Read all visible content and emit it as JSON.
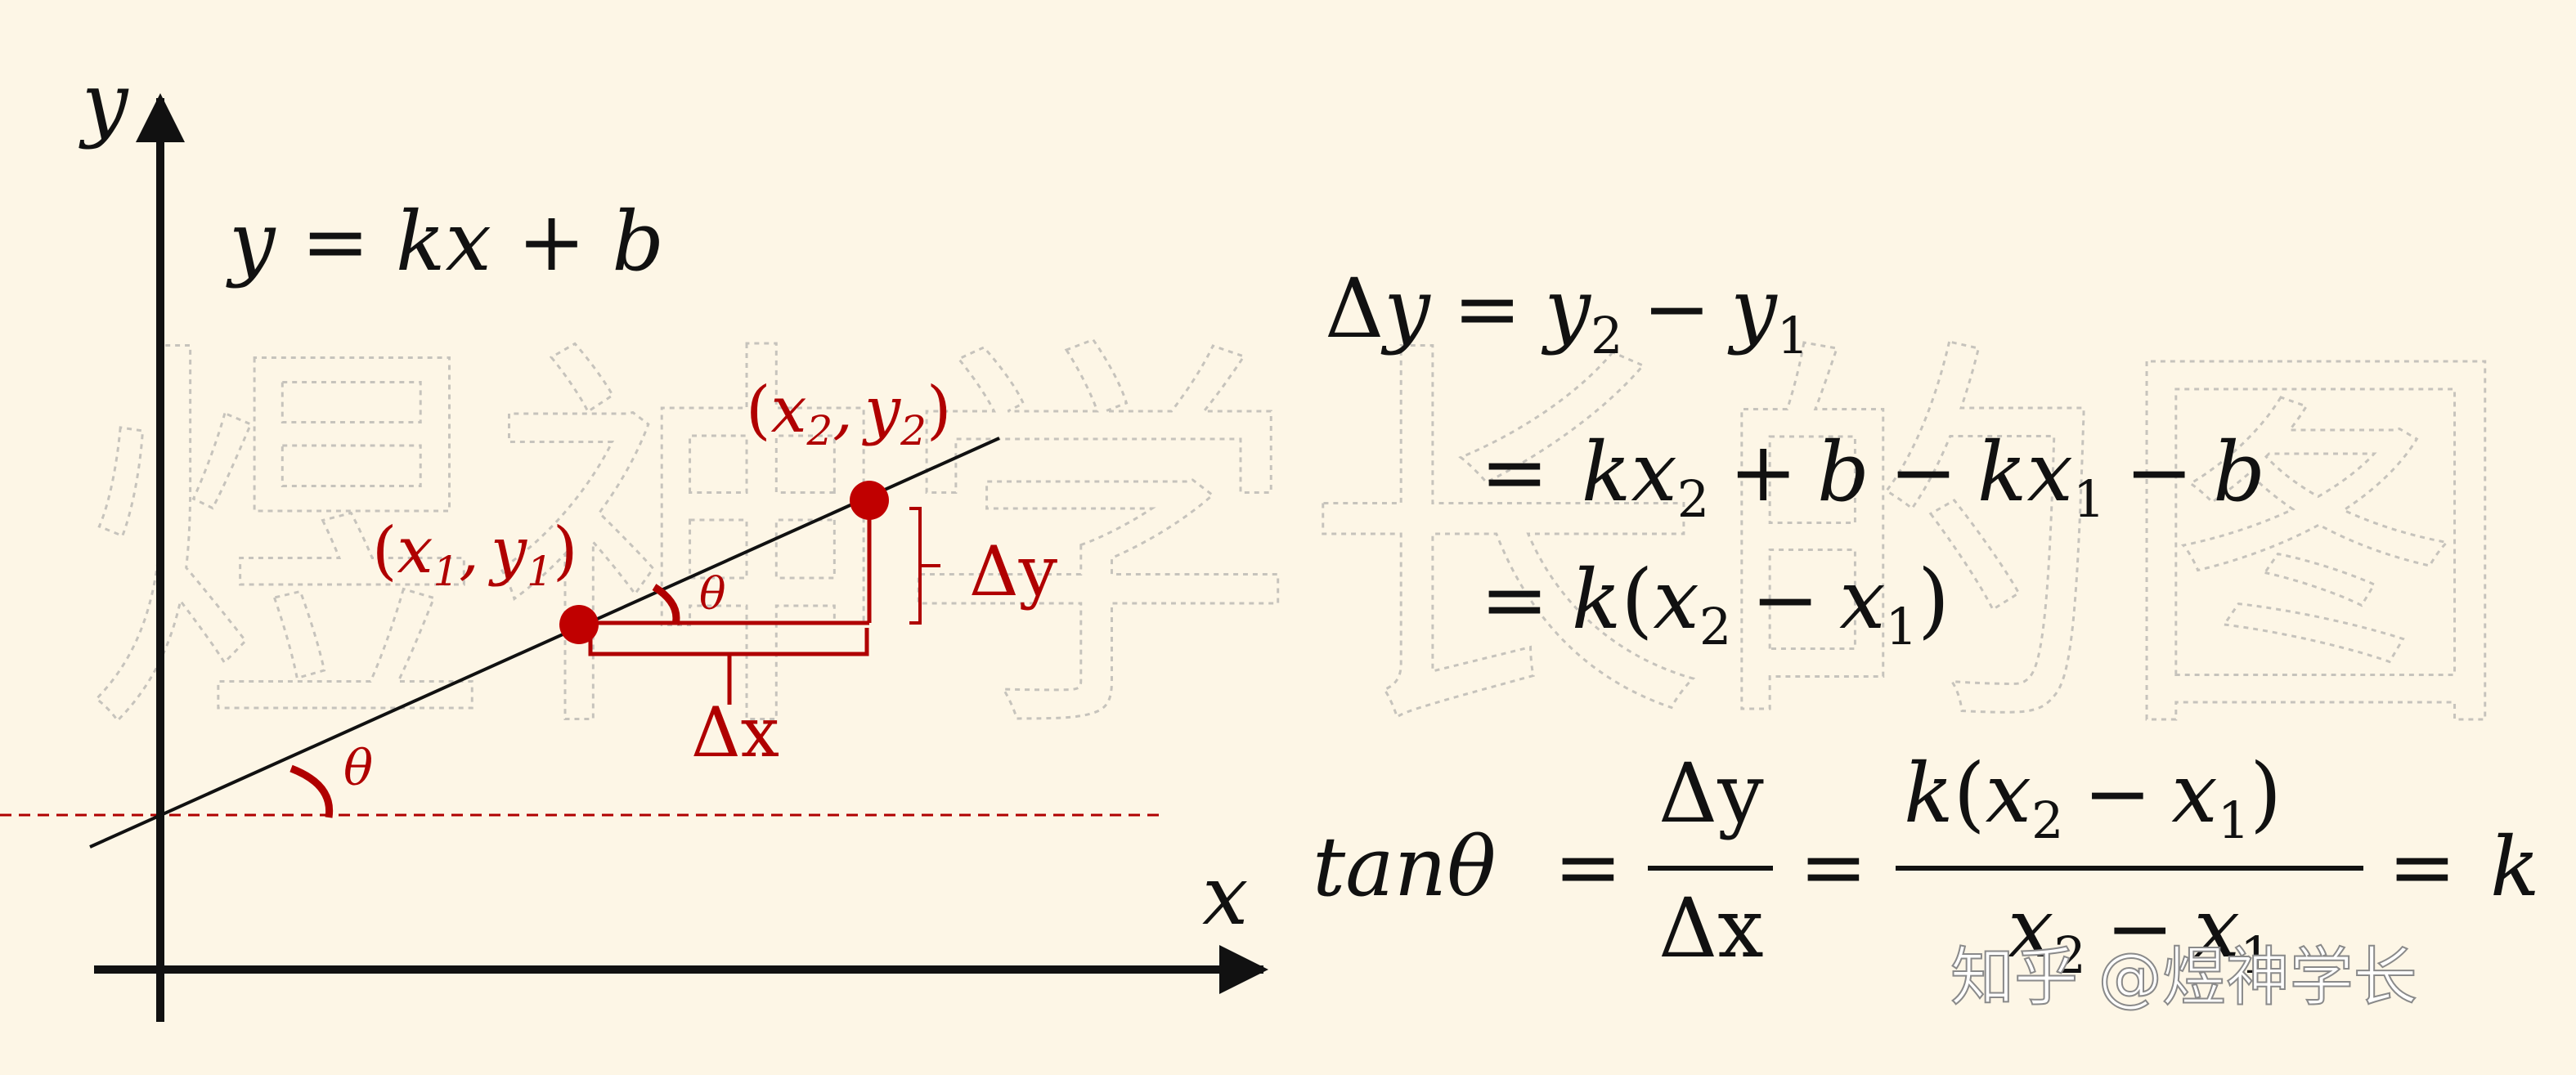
{
  "watermark": "煜神学长的图",
  "credit": "知乎 @煜神学长",
  "colors": {
    "background": "#fdf6e6",
    "ink": "#111111",
    "accent": "#b00000"
  },
  "axes": {
    "x_label": "x",
    "y_label": "y"
  },
  "line_equation": "y = kx + b",
  "points": {
    "p1": {
      "x": "x",
      "x_sub": "1",
      "sep": ",",
      "y": "y",
      "y_sub": "1"
    },
    "p2": {
      "x": "x",
      "x_sub": "2",
      "sep": ",",
      "y": "y",
      "y_sub": "2"
    }
  },
  "labels": {
    "theta": "θ",
    "delta_x": "Δx",
    "delta_y": "Δy"
  },
  "derivation": {
    "line1": {
      "delta": "Δ",
      "lhs_var": "y",
      "eq": "=",
      "t1": "y",
      "t1_sub": "2",
      "minus": "−",
      "t2": "y",
      "t2_sub": "1"
    },
    "line2": {
      "eq": "=",
      "a": "kx",
      "a_sub": "2",
      "plus": "+",
      "b": "b",
      "minus1": "−",
      "c": "kx",
      "c_sub": "1",
      "minus2": "−",
      "d": "b"
    },
    "line3": {
      "eq": "=",
      "k": "k",
      "open": "(",
      "x2": "x",
      "x2_sub": "2",
      "minus": "−",
      "x1": "x",
      "x1_sub": "1",
      "close": ")"
    }
  },
  "tan_formula": {
    "lhs": "tanθ",
    "eq1": "=",
    "frac1_num": "Δy",
    "frac1_den": "Δx",
    "eq2": "=",
    "frac2_num": {
      "k": "k",
      "open": "(",
      "x2": "x",
      "x2_sub": "2",
      "minus": "−",
      "x1": "x",
      "x1_sub": "1",
      "close": ")"
    },
    "frac2_den": {
      "x2": "x",
      "x2_sub": "2",
      "minus": "−",
      "x1": "x",
      "x1_sub": "1"
    },
    "eq3": "=",
    "rhs": "k"
  }
}
